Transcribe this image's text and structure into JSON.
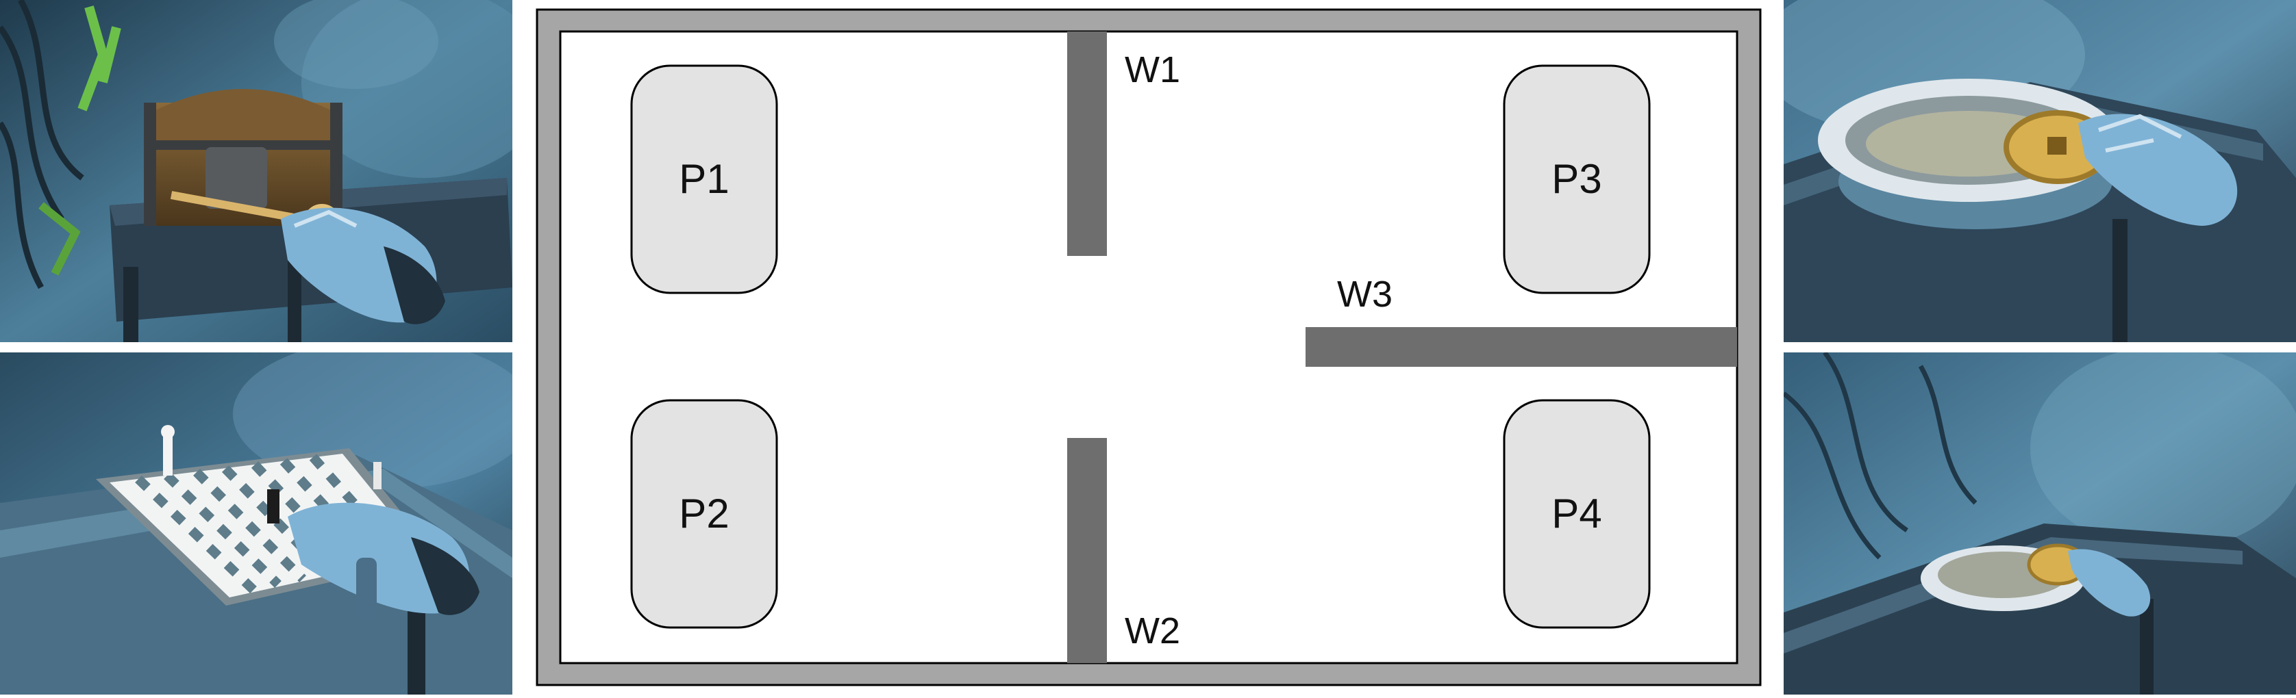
{
  "floorplan": {
    "platforms": [
      {
        "label": "P1"
      },
      {
        "label": "P2"
      },
      {
        "label": "P3"
      },
      {
        "label": "P4"
      }
    ],
    "walls": [
      {
        "label": "W1"
      },
      {
        "label": "W2"
      },
      {
        "label": "W3"
      }
    ]
  },
  "scenes": {
    "top_left": "treasure-chest-with-key",
    "bottom_left": "chess-board",
    "top_right": "stone-bowl-with-coin",
    "bottom_right": "stone-bowl-with-coin"
  },
  "colors": {
    "outer_frame": "#a6a6a6",
    "wall": "#6e6e6e",
    "platform_fill": "#e3e3e3",
    "cave_blue": "#3f6f8c",
    "glove": "#7fb3d6"
  }
}
